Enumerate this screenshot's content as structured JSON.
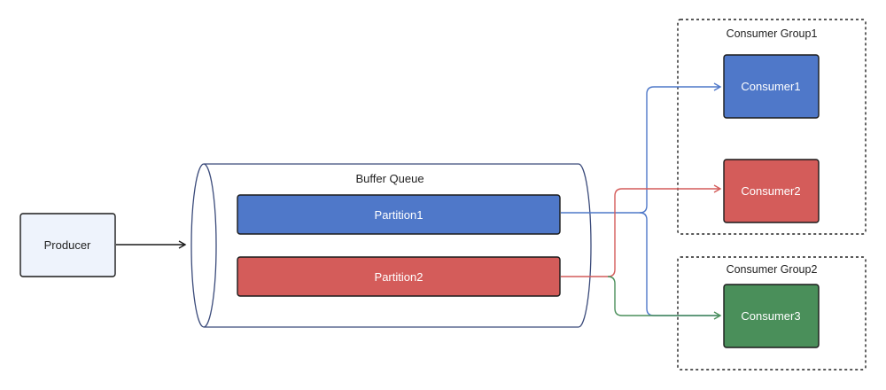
{
  "producer": {
    "label": "Producer",
    "fill": "#eef3fc",
    "stroke": "#1a1a1a"
  },
  "buffer_queue": {
    "label": "Buffer Queue",
    "stroke": "#3a4a7a",
    "partitions": [
      {
        "label": "Partition1",
        "fill": "#4f78c9"
      },
      {
        "label": "Partition2",
        "fill": "#d45c5a"
      }
    ]
  },
  "consumer_groups": [
    {
      "label": "Consumer Group1",
      "consumers": [
        {
          "label": "Consumer1",
          "fill": "#4f78c9"
        },
        {
          "label": "Consumer2",
          "fill": "#d45c5a"
        }
      ]
    },
    {
      "label": "Consumer Group2",
      "consumers": [
        {
          "label": "Consumer3",
          "fill": "#4a8f5a"
        }
      ]
    }
  ],
  "connectors": {
    "producer_to_queue": "#1a1a1a",
    "partition1_route": "#4f78c9",
    "partition2_route_to_consumer2": "#d45c5a",
    "partition2_route_to_consumer3": "#4a8f5a"
  }
}
